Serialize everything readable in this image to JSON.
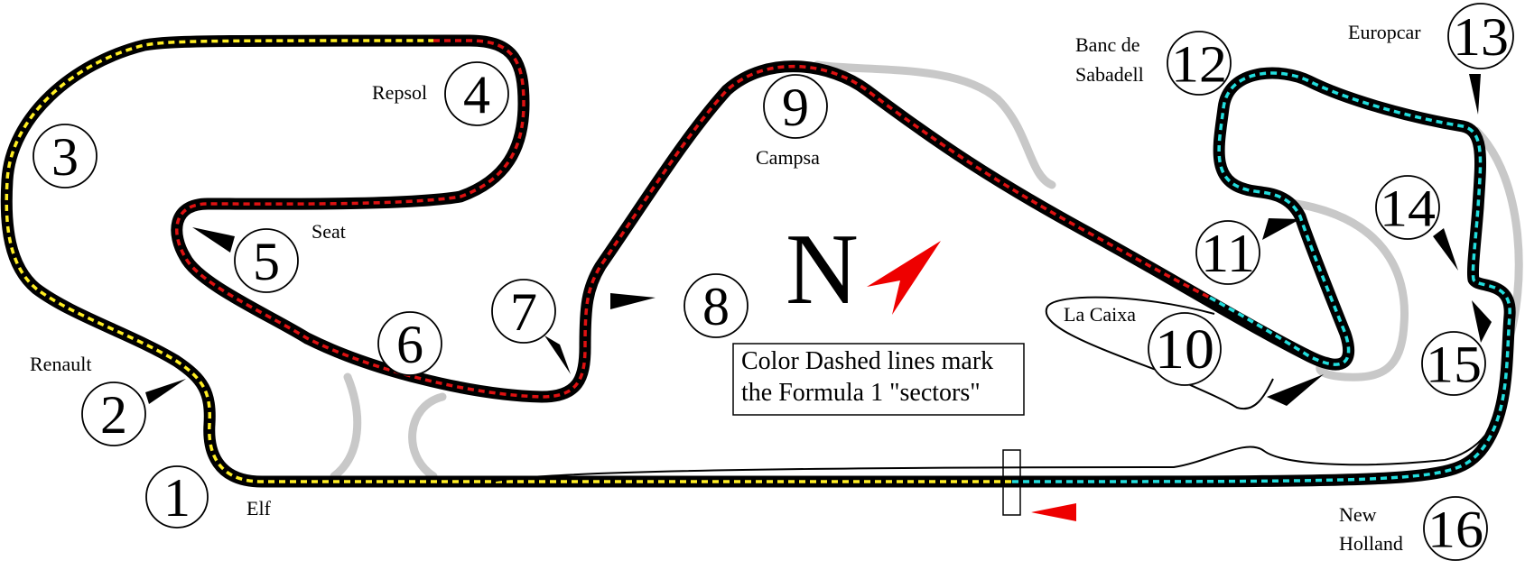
{
  "map": {
    "compass_label": "N",
    "legend_lines": [
      "Color Dashed lines mark",
      "the Formula 1 \"sectors\""
    ],
    "sector_colors": {
      "sector1": "#ffee22",
      "sector2": "#dd1111",
      "sector3": "#22dddd"
    },
    "track_color": "#000000",
    "runoff_color": "#c8c8c8",
    "arrow_color": "#ee0000",
    "turns": [
      {
        "number": "1",
        "name": "Elf"
      },
      {
        "number": "2",
        "name": "Renault"
      },
      {
        "number": "3",
        "name": ""
      },
      {
        "number": "4",
        "name": "Repsol"
      },
      {
        "number": "5",
        "name": "Seat"
      },
      {
        "number": "6",
        "name": ""
      },
      {
        "number": "7",
        "name": ""
      },
      {
        "number": "8",
        "name": ""
      },
      {
        "number": "9",
        "name": "Campsa"
      },
      {
        "number": "10",
        "name": "La Caixa"
      },
      {
        "number": "11",
        "name": ""
      },
      {
        "number": "12",
        "name": "Banc de Sabadell"
      },
      {
        "number": "13",
        "name": "Europcar"
      },
      {
        "number": "14",
        "name": ""
      },
      {
        "number": "15",
        "name": ""
      },
      {
        "number": "16",
        "name": "New Holland"
      }
    ],
    "name_lines": {
      "banc_1": "Banc de",
      "banc_2": "Sabadell",
      "newholland_1": "New",
      "newholland_2": "Holland"
    }
  }
}
